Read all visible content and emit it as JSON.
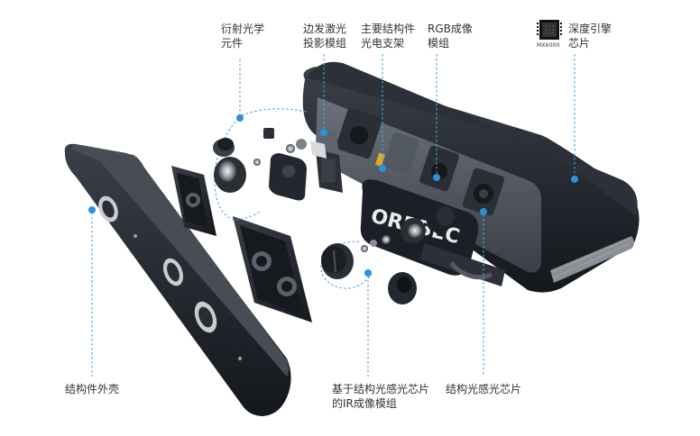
{
  "brand": {
    "logo_text": "ORBBEC"
  },
  "labels": {
    "diffractive_optics": {
      "line1": "衍射光学",
      "line2": "元件"
    },
    "laser_projector": {
      "line1": "边发激光",
      "line2": "投影模组"
    },
    "main_bracket": {
      "line1": "主要结构件",
      "line2": "光电支架"
    },
    "rgb_module": {
      "line1": "RGB成像",
      "line2": "模组"
    },
    "depth_engine": {
      "line1": "深度引擎",
      "line2": "芯片",
      "chip_caption": "MX6000"
    },
    "housing": {
      "line1": "结构件外壳"
    },
    "ir_module": {
      "line1": "基于结构光感光芯片",
      "line2": "的IR成像模组"
    },
    "sensor_chip": {
      "line1": "结构光感光芯片"
    }
  },
  "colors": {
    "accent": "#2f8fd8",
    "leader_line": "#4aa3e0",
    "device_body": "#22262d",
    "device_dark": "#14171c",
    "label_text": "#333333"
  }
}
